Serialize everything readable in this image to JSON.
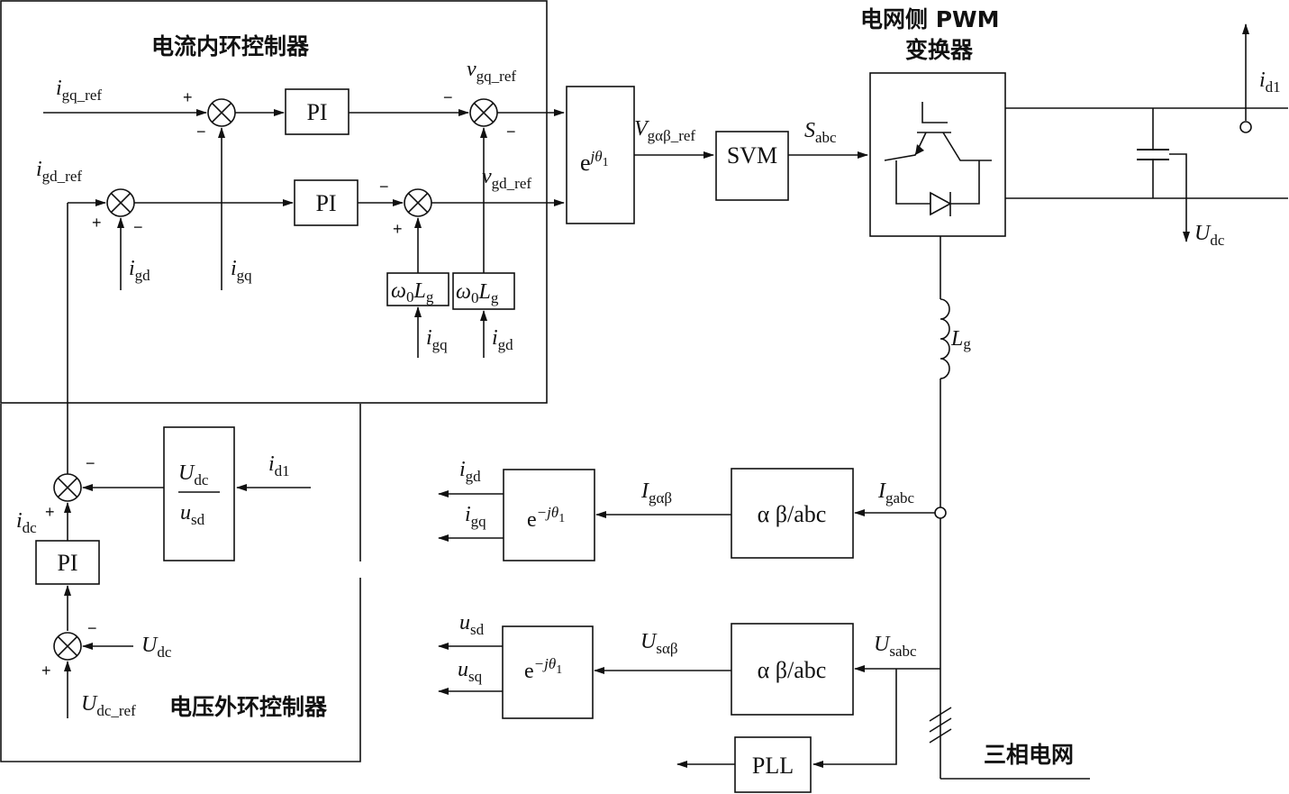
{
  "titles": {
    "current_loop": "电流内环控制器",
    "voltage_loop": "电压外环控制器",
    "converter_line1": "电网侧 PWM",
    "converter_line2": "变换器",
    "grid": "三相电网"
  },
  "blocks": {
    "pi": "PI",
    "svm": "SVM",
    "w0": "ω",
    "w0_sub": "0",
    "lg_L": "L",
    "lg_g": "g",
    "e": "e",
    "rot_sup": "jθ",
    "rot_sup_sub": "1",
    "inv_sup": "−jθ",
    "inv_sup_sub": "1",
    "abc": "α β/abc",
    "pll": "PLL",
    "frac_num": "U",
    "frac_num_sub": "dc",
    "frac_den": "u",
    "frac_den_sub": "sd"
  },
  "signals": {
    "i": "i",
    "v": "v",
    "V": "V",
    "S": "S",
    "U": "U",
    "I": "I",
    "L": "L",
    "u": "u",
    "gq_ref": "gq_ref",
    "gd_ref": "gd_ref",
    "gd": "gd",
    "gq": "gq",
    "gab_ref": "gαβ_ref",
    "abc_sub": "abc",
    "d1": "d1",
    "dc": "dc",
    "dc_ref": "dc_ref",
    "g": "g",
    "gab": "gαβ",
    "gabc": "gabc",
    "sab": "sαβ",
    "sabc": "sabc",
    "sd": "sd",
    "sq": "sq"
  },
  "signs": {
    "plus": "+",
    "minus": "−"
  }
}
